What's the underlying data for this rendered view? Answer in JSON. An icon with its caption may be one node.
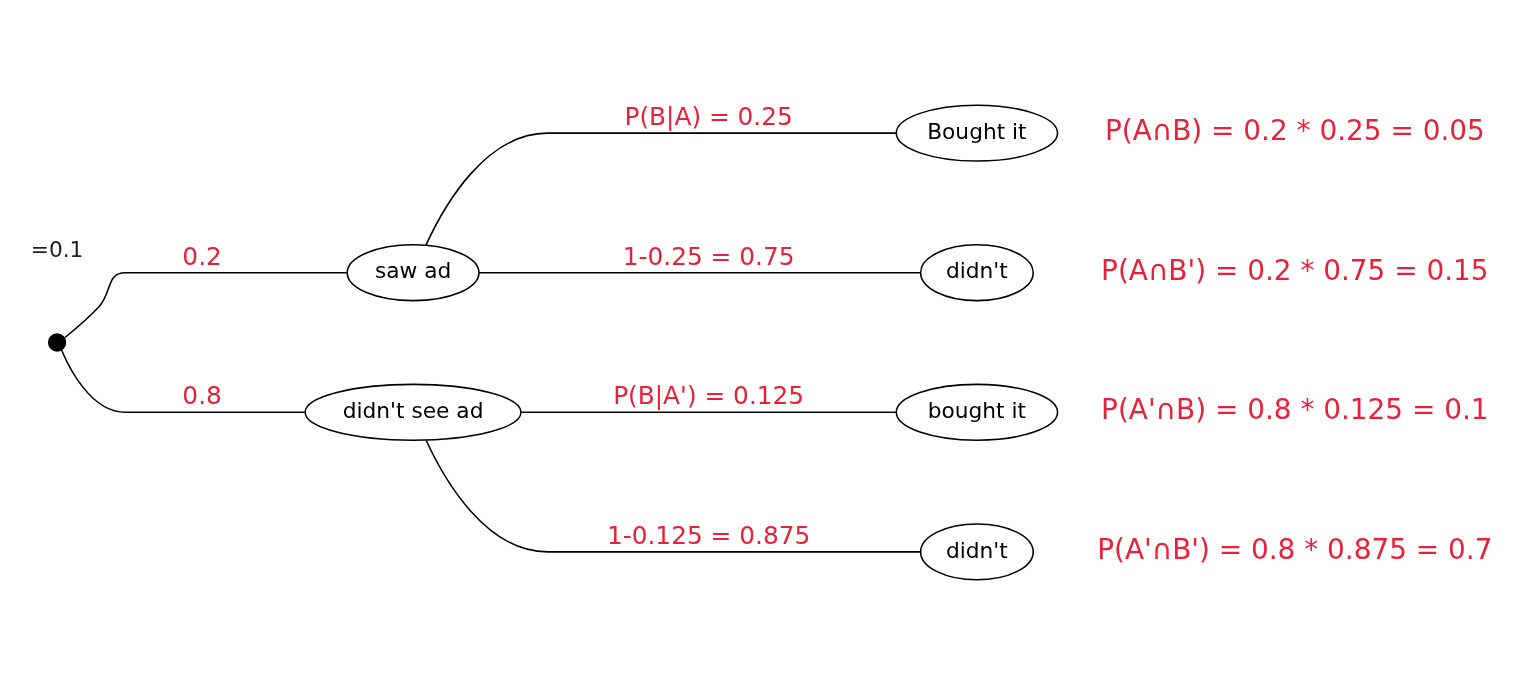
{
  "diagram": {
    "nodes": [
      {
        "text": [],
        "shape": "circle"
      },
      {
        "text": [
          "saw ad"
        ]
      },
      {
        "text": [
          "didn't see ad"
        ]
      },
      {
        "text": [
          "Bought it"
        ],
        "beside": [
          "P(A∩B) = 0.2 * 0.25 = 0.05"
        ]
      },
      {
        "text": [
          "didn't"
        ],
        "beside": [
          "P(A∩B') = 0.2 * 0.75 = 0.15"
        ]
      },
      {
        "text": [
          "bought it"
        ],
        "beside": [
          "P(A'∩B) = 0.8 * 0.125 = 0.1"
        ]
      },
      {
        "text": [
          "didn't"
        ],
        "beside": [
          "P(A'∩B') = 0.8 * 0.875 = 0.7"
        ]
      }
    ],
    "edges": [
      {
        "from": 0,
        "to": 1,
        "arrow": "none",
        "label": "0.2"
      },
      {
        "from": 0,
        "to": 2,
        "arrow": "none",
        "label": "0.8"
      },
      {
        "from": 1,
        "to": 3,
        "arrow": "none",
        "label": "P(B|A) = 0.25"
      },
      {
        "from": 1,
        "to": 4,
        "arrow": "none",
        "label": "1-0.25 = 0.75"
      },
      {
        "from": 2,
        "to": 5,
        "arrow": "none",
        "label": "P(B|A') = 0.125"
      },
      {
        "from": 2,
        "to": 6,
        "arrow": "none",
        "label": "1-0.125 = 0.875"
      }
    ],
    "labels": [
      "=0.1"
    ]
  }
}
